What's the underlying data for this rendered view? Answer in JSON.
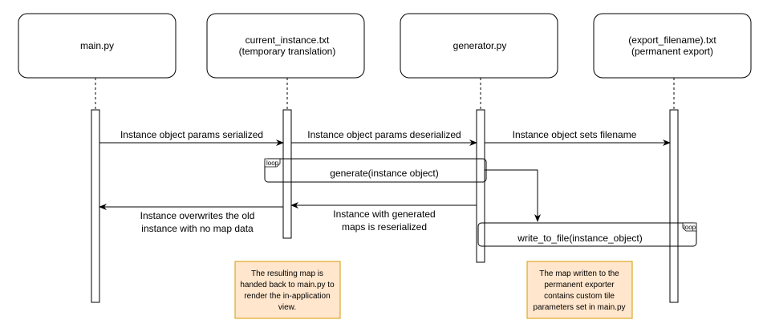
{
  "participants": [
    {
      "id": "main",
      "lines": [
        "main.py"
      ]
    },
    {
      "id": "current",
      "lines": [
        "current_instance.txt",
        "(temporary translation)"
      ]
    },
    {
      "id": "generator",
      "lines": [
        "generator.py"
      ]
    },
    {
      "id": "export",
      "lines": [
        "(export_filename).txt",
        "(permanent export)"
      ]
    }
  ],
  "messages": {
    "m1": "Instance object params serialized",
    "m2": "Instance object params deserialized",
    "m3": "Instance object sets filename",
    "m4": "generate(instance object)",
    "m5": [
      "Instance with generated",
      "maps is reserialized"
    ],
    "m6": [
      "Instance overwrites the old",
      "instance with no map data"
    ],
    "m7": "write_to_file(instance_object)"
  },
  "fragments": {
    "f1": "loop",
    "f2": "loop"
  },
  "notes": {
    "n1": [
      "The resulting map is",
      "handed back to main.py to",
      "render the in-application",
      "view."
    ],
    "n2": [
      "The map written to the",
      "permanent exporter",
      "contains custom tile",
      "parameters set in main.py"
    ]
  },
  "colors": {
    "note_fill": "#ffe6cc",
    "note_stroke": "#d79b00",
    "stroke": "#000000"
  }
}
